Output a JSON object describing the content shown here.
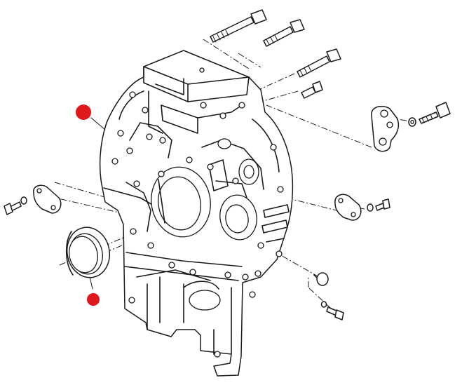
{
  "diagram": {
    "marker_color": "#e0171c",
    "line_color": "#1a1a1a",
    "background": "#ffffff",
    "callouts": [
      {
        "name": "housing-callout-marker",
        "points_to": "flywheel-housing"
      },
      {
        "name": "seal-callout-marker",
        "points_to": "rear-oil-seal"
      }
    ],
    "parts": [
      "flywheel-housing",
      "rear-oil-seal",
      "cover-plate-left",
      "cover-plate-right",
      "lifting-bracket",
      "long-bolt",
      "short-bolt",
      "washer",
      "plug"
    ]
  }
}
